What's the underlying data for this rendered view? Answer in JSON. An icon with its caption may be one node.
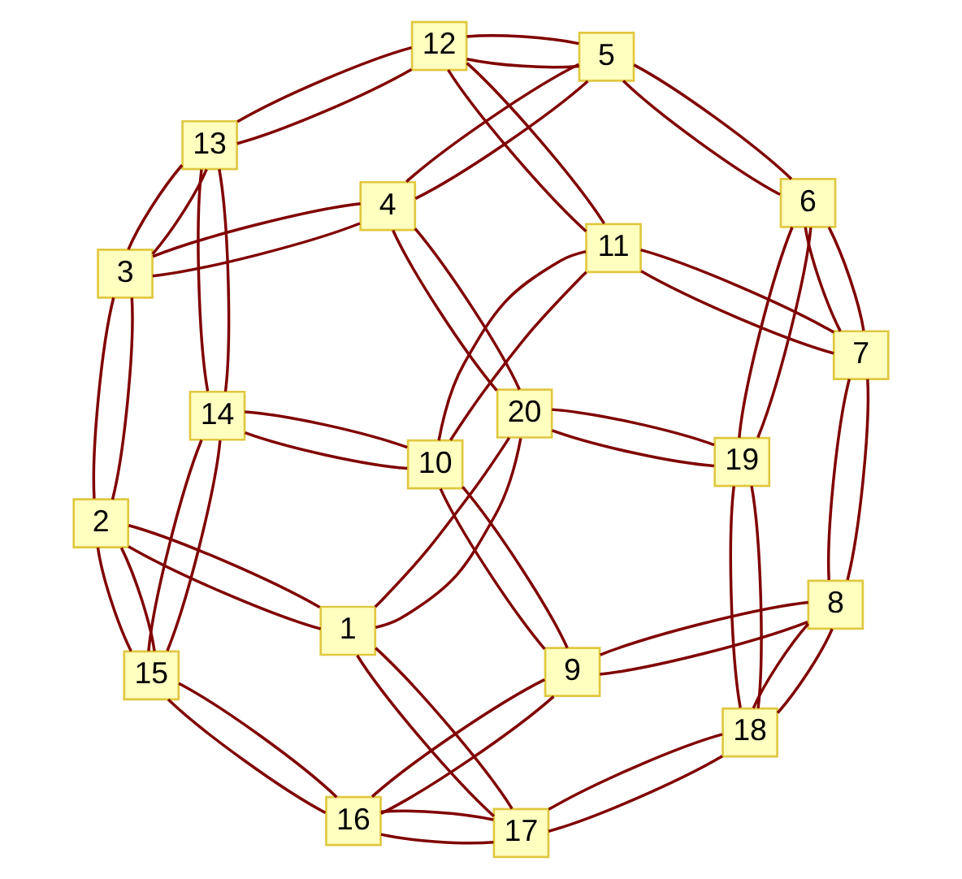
{
  "diagram": {
    "nodes": [
      {
        "text": [
          "8"
        ]
      },
      {
        "text": [
          "9"
        ]
      },
      {
        "text": [
          "18"
        ]
      },
      {
        "text": [
          "16"
        ]
      },
      {
        "text": [
          "17"
        ]
      },
      {
        "text": [
          "10"
        ]
      },
      {
        "text": [
          "7"
        ]
      },
      {
        "text": [
          "19"
        ]
      },
      {
        "text": [
          "15"
        ]
      },
      {
        "text": [
          "1"
        ]
      },
      {
        "text": [
          "14"
        ]
      },
      {
        "text": [
          "11"
        ]
      },
      {
        "text": [
          "6"
        ]
      },
      {
        "text": [
          "2"
        ]
      },
      {
        "text": [
          "20"
        ]
      },
      {
        "text": [
          "12"
        ]
      },
      {
        "text": [
          "5"
        ]
      },
      {
        "text": [
          "13"
        ]
      },
      {
        "text": [
          "4"
        ]
      },
      {
        "text": [
          "3"
        ]
      }
    ],
    "edges": [
      {
        "from": 1,
        "to": 0,
        "arrow": "none"
      },
      {
        "from": 1,
        "to": 0,
        "arrow": "none"
      },
      {
        "from": 1,
        "to": 3,
        "arrow": "none"
      },
      {
        "from": 1,
        "to": 3,
        "arrow": "none"
      },
      {
        "from": 1,
        "to": 5,
        "arrow": "none"
      },
      {
        "from": 1,
        "to": 5,
        "arrow": "none"
      },
      {
        "from": 0,
        "to": 2,
        "arrow": "none"
      },
      {
        "from": 0,
        "to": 2,
        "arrow": "none"
      },
      {
        "from": 0,
        "to": 6,
        "arrow": "none"
      },
      {
        "from": 0,
        "to": 6,
        "arrow": "none"
      },
      {
        "from": 3,
        "to": 4,
        "arrow": "none"
      },
      {
        "from": 3,
        "to": 4,
        "arrow": "none"
      },
      {
        "from": 3,
        "to": 8,
        "arrow": "none"
      },
      {
        "from": 3,
        "to": 8,
        "arrow": "none"
      },
      {
        "from": 4,
        "to": 2,
        "arrow": "none"
      },
      {
        "from": 4,
        "to": 2,
        "arrow": "none"
      },
      {
        "from": 4,
        "to": 9,
        "arrow": "none"
      },
      {
        "from": 4,
        "to": 9,
        "arrow": "none"
      },
      {
        "from": 2,
        "to": 7,
        "arrow": "none"
      },
      {
        "from": 2,
        "to": 7,
        "arrow": "none"
      },
      {
        "from": 5,
        "to": 10,
        "arrow": "none"
      },
      {
        "from": 5,
        "to": 10,
        "arrow": "none"
      },
      {
        "from": 5,
        "to": 11,
        "arrow": "none"
      },
      {
        "from": 5,
        "to": 11,
        "arrow": "none"
      },
      {
        "from": 8,
        "to": 10,
        "arrow": "none"
      },
      {
        "from": 8,
        "to": 10,
        "arrow": "none"
      },
      {
        "from": 8,
        "to": 13,
        "arrow": "none"
      },
      {
        "from": 8,
        "to": 13,
        "arrow": "none"
      },
      {
        "from": 6,
        "to": 11,
        "arrow": "none"
      },
      {
        "from": 6,
        "to": 11,
        "arrow": "none"
      },
      {
        "from": 6,
        "to": 12,
        "arrow": "none"
      },
      {
        "from": 6,
        "to": 12,
        "arrow": "none"
      },
      {
        "from": 9,
        "to": 13,
        "arrow": "none"
      },
      {
        "from": 9,
        "to": 13,
        "arrow": "none"
      },
      {
        "from": 9,
        "to": 14,
        "arrow": "none"
      },
      {
        "from": 9,
        "to": 14,
        "arrow": "none"
      },
      {
        "from": 7,
        "to": 12,
        "arrow": "none"
      },
      {
        "from": 7,
        "to": 12,
        "arrow": "none"
      },
      {
        "from": 7,
        "to": 14,
        "arrow": "none"
      },
      {
        "from": 7,
        "to": 14,
        "arrow": "none"
      },
      {
        "from": 10,
        "to": 17,
        "arrow": "none"
      },
      {
        "from": 10,
        "to": 17,
        "arrow": "none"
      },
      {
        "from": 11,
        "to": 15,
        "arrow": "none"
      },
      {
        "from": 11,
        "to": 15,
        "arrow": "none"
      },
      {
        "from": 13,
        "to": 19,
        "arrow": "none"
      },
      {
        "from": 13,
        "to": 19,
        "arrow": "none"
      },
      {
        "from": 12,
        "to": 16,
        "arrow": "none"
      },
      {
        "from": 12,
        "to": 16,
        "arrow": "none"
      },
      {
        "from": 14,
        "to": 18,
        "arrow": "none"
      },
      {
        "from": 14,
        "to": 18,
        "arrow": "none"
      },
      {
        "from": 17,
        "to": 15,
        "arrow": "none"
      },
      {
        "from": 17,
        "to": 15,
        "arrow": "none"
      },
      {
        "from": 17,
        "to": 19,
        "arrow": "none"
      },
      {
        "from": 17,
        "to": 19,
        "arrow": "none"
      },
      {
        "from": 15,
        "to": 16,
        "arrow": "none"
      },
      {
        "from": 15,
        "to": 16,
        "arrow": "none"
      },
      {
        "from": 16,
        "to": 18,
        "arrow": "none"
      },
      {
        "from": 16,
        "to": 18,
        "arrow": "none"
      },
      {
        "from": 19,
        "to": 18,
        "arrow": "none"
      },
      {
        "from": 19,
        "to": 18,
        "arrow": "none"
      }
    ]
  }
}
